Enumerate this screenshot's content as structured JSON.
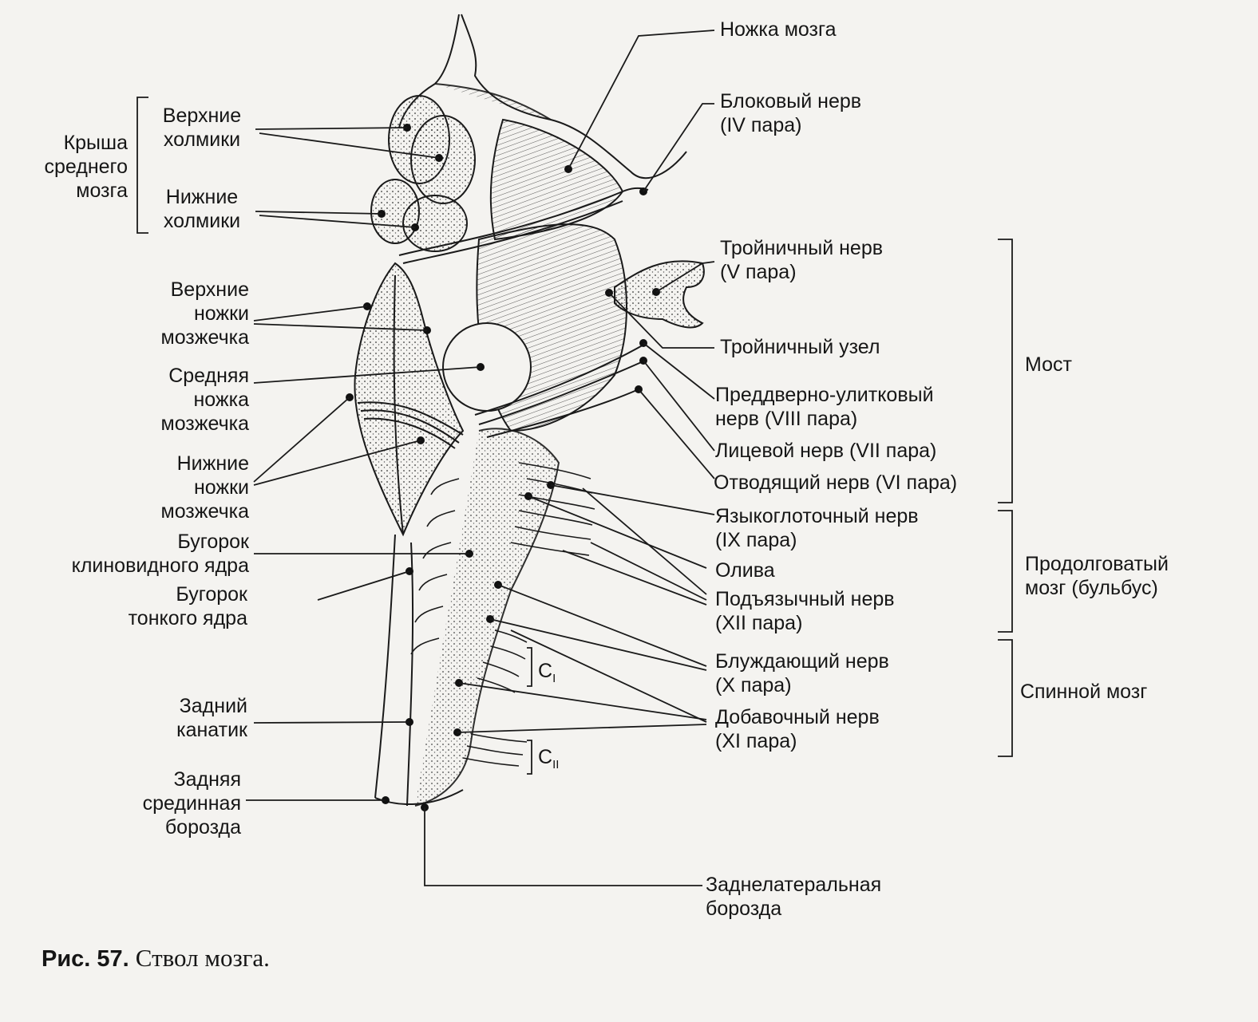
{
  "figure": {
    "caption_number": "Рис. 57.",
    "caption_text": "Ствол мозга."
  },
  "left_labels": {
    "roof": [
      "Крыша",
      "среднего",
      "мозга"
    ],
    "superior_colliculi": [
      "Верхние",
      "холмики"
    ],
    "inferior_colliculi": [
      "Нижние",
      "холмики"
    ],
    "superior_peduncles": [
      "Верхние",
      "ножки",
      "мозжечка"
    ],
    "middle_peduncle": [
      "Средняя",
      "ножка",
      "мозжечка"
    ],
    "inferior_peduncles": [
      "Нижние",
      "ножки",
      "мозжечка"
    ],
    "cuneate_tubercle": [
      "Бугорок",
      "клиновидного ядра"
    ],
    "gracile_tubercle": [
      "Бугорок",
      "тонкого ядра"
    ],
    "posterior_funiculus": [
      "Задний",
      "канатик"
    ],
    "posterior_median_sulcus": [
      "Задняя",
      "срединная",
      "борозда"
    ],
    "posterolateral_sulcus": [
      "Заднелатеральная",
      "борозда"
    ]
  },
  "right_labels": {
    "cerebral_peduncle": "Ножка мозга",
    "trochlear_nerve": [
      "Блоковый нерв",
      "(IV пара)"
    ],
    "trigeminal_nerve": [
      "Тройничный нерв",
      "(V пара)"
    ],
    "trigeminal_ganglion": "Тройничный узел",
    "vestibulocochlear_nerve": [
      "Преддверно-улитковый",
      "нерв (VIII пара)"
    ],
    "facial_nerve": "Лицевой нерв (VII пара)",
    "abducens_nerve": "Отводящий нерв (VI пара)",
    "glossopharyngeal_nerve": [
      "Языкоглоточный нерв",
      "(IX пара)"
    ],
    "olive": "Олива",
    "hypoglossal_nerve": [
      "Подъязычный нерв",
      "(XII пара)"
    ],
    "vagus_nerve": [
      "Блуждающий нерв",
      "(X пара)"
    ],
    "accessory_nerve": [
      "Добавочный нерв",
      "(XI пара)"
    ],
    "c1_letter": "C",
    "c1_sub": "I",
    "c2_letter": "C",
    "c2_sub": "II"
  },
  "regions": {
    "pons": "Мост",
    "medulla": [
      "Продолговатый",
      "мозг (бульбус)"
    ],
    "spinal_cord": "Спинной мозг"
  },
  "colors": {
    "ink": "#161616",
    "paper": "#f4f3f0"
  }
}
